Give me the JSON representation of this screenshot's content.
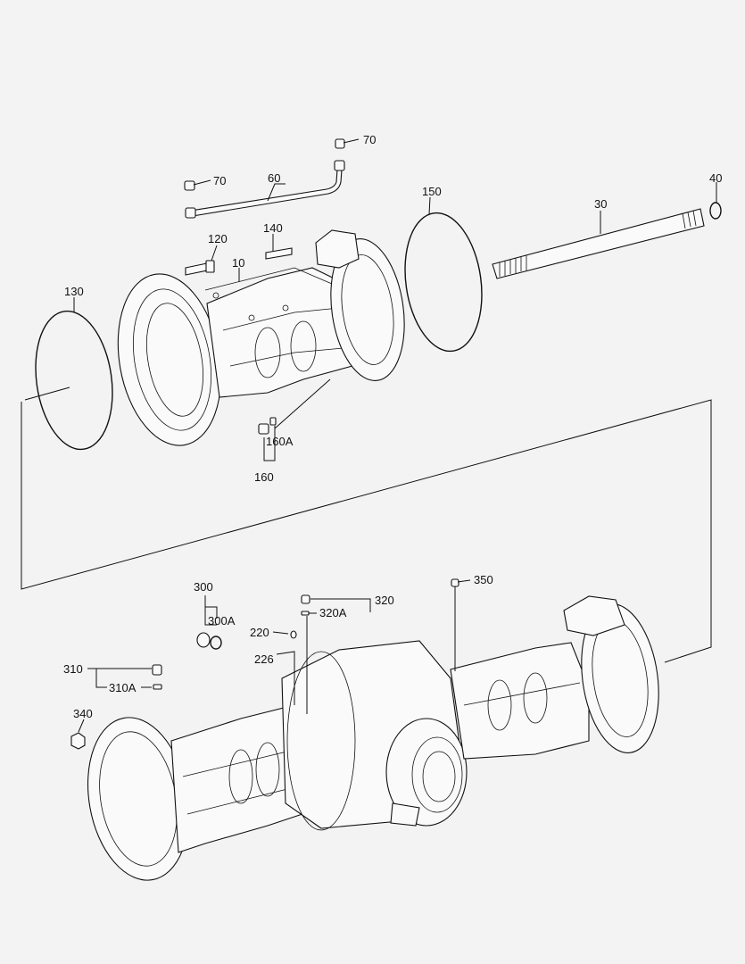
{
  "diagram": {
    "callouts": [
      {
        "id": "c70a",
        "text": "70"
      },
      {
        "id": "c70b",
        "text": "70"
      },
      {
        "id": "c60",
        "text": "60"
      },
      {
        "id": "c40",
        "text": "40"
      },
      {
        "id": "c150",
        "text": "150"
      },
      {
        "id": "c30",
        "text": "30"
      },
      {
        "id": "c120",
        "text": "120"
      },
      {
        "id": "c140",
        "text": "140"
      },
      {
        "id": "c10",
        "text": "10"
      },
      {
        "id": "c130",
        "text": "130"
      },
      {
        "id": "c160A",
        "text": "160A"
      },
      {
        "id": "c160",
        "text": "160"
      },
      {
        "id": "c300",
        "text": "300"
      },
      {
        "id": "c300A",
        "text": "300A"
      },
      {
        "id": "c320",
        "text": "320"
      },
      {
        "id": "c320A",
        "text": "320A"
      },
      {
        "id": "c350",
        "text": "350"
      },
      {
        "id": "c220",
        "text": "220"
      },
      {
        "id": "c226",
        "text": "226"
      },
      {
        "id": "c310",
        "text": "310"
      },
      {
        "id": "c310A",
        "text": "310A"
      },
      {
        "id": "c340",
        "text": "340"
      }
    ]
  }
}
